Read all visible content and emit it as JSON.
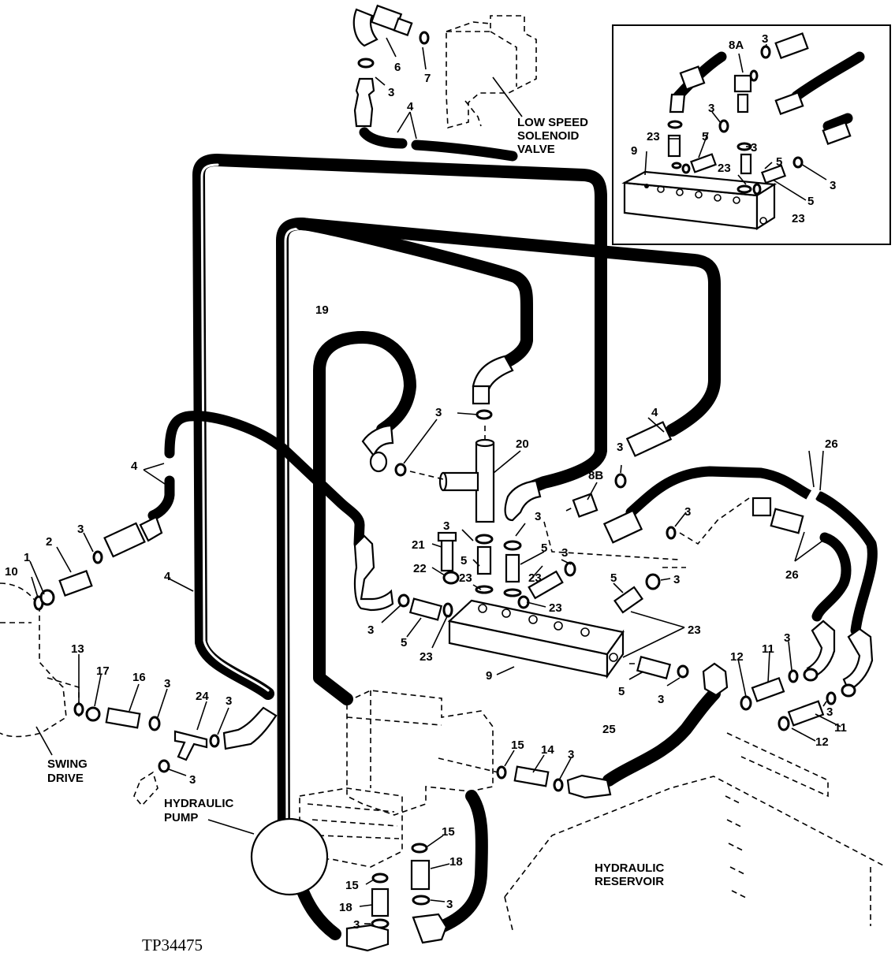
{
  "figure_id": "TP34475",
  "components": {
    "low_speed_solenoid_valve": [
      "LOW SPEED",
      "SOLENOID",
      "VALVE"
    ],
    "swing_drive": [
      "SWING",
      "DRIVE"
    ],
    "hydraulic_pump": [
      "HYDRAULIC",
      "PUMP"
    ],
    "hydraulic_reservoir": [
      "HYDRAULIC",
      "RESERVOIR"
    ]
  },
  "callouts": {
    "c1": "1",
    "c2": "2",
    "c3": "3",
    "c4": "4",
    "c5": "5",
    "c6": "6",
    "c7": "7",
    "c8A": "8A",
    "c8B": "8B",
    "c9": "9",
    "c10": "10",
    "c11": "11",
    "c12": "12",
    "c13": "13",
    "c14": "14",
    "c15": "15",
    "c16": "16",
    "c17": "17",
    "c18": "18",
    "c19": "19",
    "c20": "20",
    "c21": "21",
    "c22": "22",
    "c23": "23",
    "c24": "24",
    "c25": "25",
    "c26": "26"
  }
}
